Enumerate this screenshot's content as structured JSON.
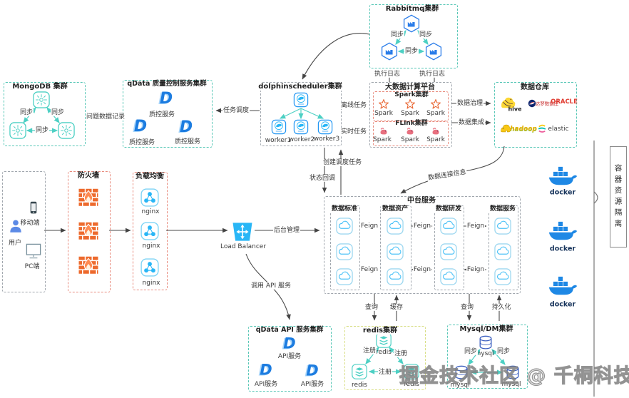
{
  "watermark": "掘金技术社区 @ 千桐科技",
  "isolation_label": "容器资源隔离",
  "logo_letter": "D",
  "colors": {
    "teal_border": "#57c7b6",
    "red_border": "#e88a7c",
    "blue": "#1e88e5",
    "orange": "#ed6a2d",
    "lb_blue": "#29b6f6"
  },
  "user_group": {
    "user": "用户",
    "mobile": "移动端",
    "pc": "PC端"
  },
  "firewall": {
    "title": "防火墙"
  },
  "nginx_cluster": {
    "title": "负载均衡",
    "nodes": [
      "nginx",
      "nginx",
      "nginx"
    ]
  },
  "load_balancer": {
    "label": "Load Balancer"
  },
  "mongodb": {
    "title": "MongoDB 集群",
    "sync": [
      "同步",
      "同步",
      "同步"
    ]
  },
  "qdata_qc": {
    "title": "qData 质量控制服务集群",
    "services": [
      "质控服务",
      "质控服务",
      "质控服务"
    ]
  },
  "dolphin": {
    "title": "dolphinscheduler集群",
    "workers": [
      "worker1",
      "worker2",
      "worker3"
    ]
  },
  "rabbitmq": {
    "title": "Rabbitmq集群",
    "sync": [
      "同步",
      "同步",
      "同步"
    ]
  },
  "bigdata": {
    "title": "大数据计算平台",
    "spark": {
      "title": "Spark集群",
      "nodes": [
        "Spark",
        "Spark",
        "Spark"
      ]
    },
    "flink": {
      "title": "FLink集群",
      "nodes": [
        "Spark",
        "Spark",
        "Spark"
      ]
    }
  },
  "warehouse": {
    "title": "数据仓库",
    "hive": "hive",
    "dm": "达梦数据库",
    "oracle": "ORACLE",
    "hadoop": "hadoop",
    "elastic": "elastic"
  },
  "midplatform": {
    "title": "中台服务",
    "columns": [
      "数据标准",
      "数据资产",
      "数据研发",
      "数据服务"
    ],
    "feign": "Feign"
  },
  "qdata_api": {
    "title": "qData API 服务集群",
    "services": [
      "API服务",
      "API服务",
      "API服务"
    ]
  },
  "redis": {
    "title": "redis集群",
    "nodes": [
      "redis",
      "redis",
      "redis"
    ],
    "register": [
      "注册",
      "注册",
      "注册"
    ]
  },
  "mysql": {
    "title": "Mysql/DM集群",
    "nodes": [
      "mysql",
      "mysql",
      "mysql"
    ],
    "sync": [
      "同步",
      "同步"
    ]
  },
  "docker": {
    "labels": [
      "docker",
      "docker",
      "docker"
    ]
  },
  "edges": {
    "problem_records": "问题数据记录",
    "task_schedule": "任务调度",
    "offline_task": "离线任务",
    "realtime_task": "实时任务",
    "exec_log_1": "执行日志",
    "exec_log_2": "执行日志",
    "data_governance": "数据治理",
    "data_integration": "数据集成",
    "data_connection": "数据连接信息",
    "create_task": "创建调度任务",
    "status_callback": "状态回调",
    "backend_mgmt": "后台管理",
    "call_api": "调用 API 服务",
    "query_redis": "查询",
    "cache": "缓存",
    "query_mysql": "查询",
    "persist": "持久化"
  }
}
